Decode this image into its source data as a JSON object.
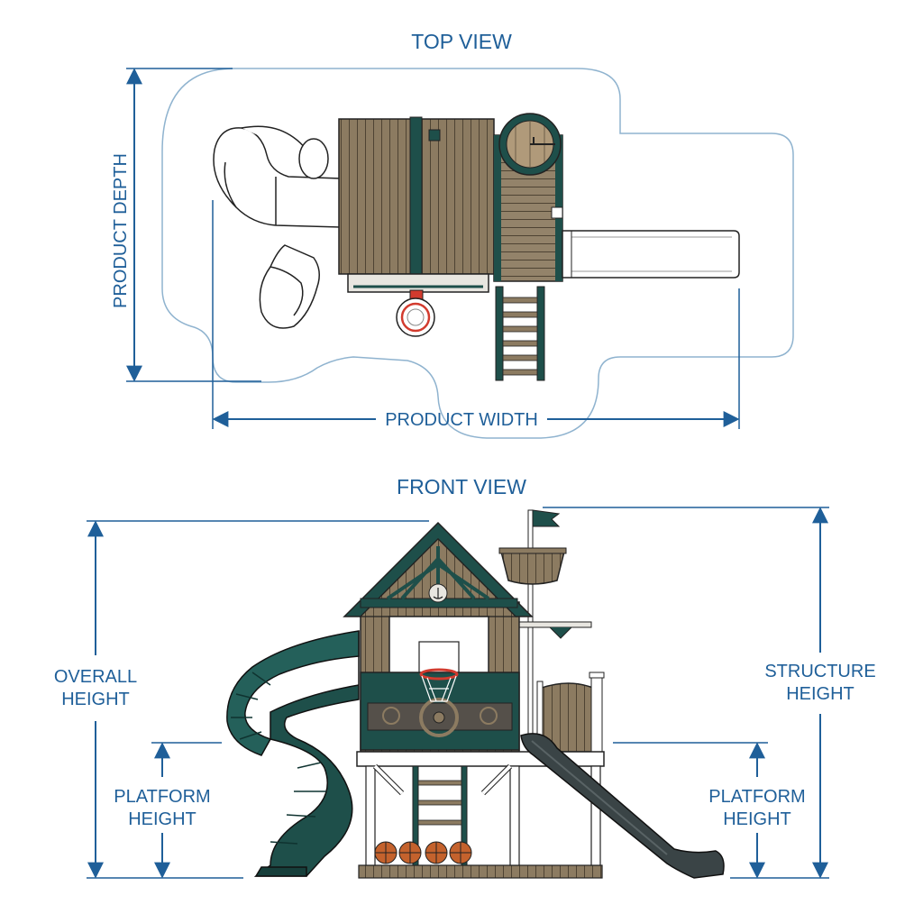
{
  "top_view": {
    "title": "TOP VIEW",
    "depth_label": "PRODUCT DEPTH",
    "width_label": "PRODUCT WIDTH"
  },
  "front_view": {
    "title": "FRONT VIEW",
    "overall_height": [
      "OVERALL",
      "HEIGHT"
    ],
    "structure_height": [
      "STRUCTURE",
      "HEIGHT"
    ],
    "platform_height_left": [
      "PLATFORM",
      "HEIGHT"
    ],
    "platform_height_right": [
      "PLATFORM",
      "HEIGHT"
    ]
  },
  "colors": {
    "dimension": "#1f5f99",
    "wood": "#8c7b61",
    "wood_dark": "#5e513f",
    "green": "#1e4f4a",
    "white": "#ffffff",
    "outline": "#222222",
    "footprint": "#8fb3cf",
    "slide_dark": "#3a4446",
    "basketball": "#c4622d",
    "rim_red": "#d23b2e"
  }
}
